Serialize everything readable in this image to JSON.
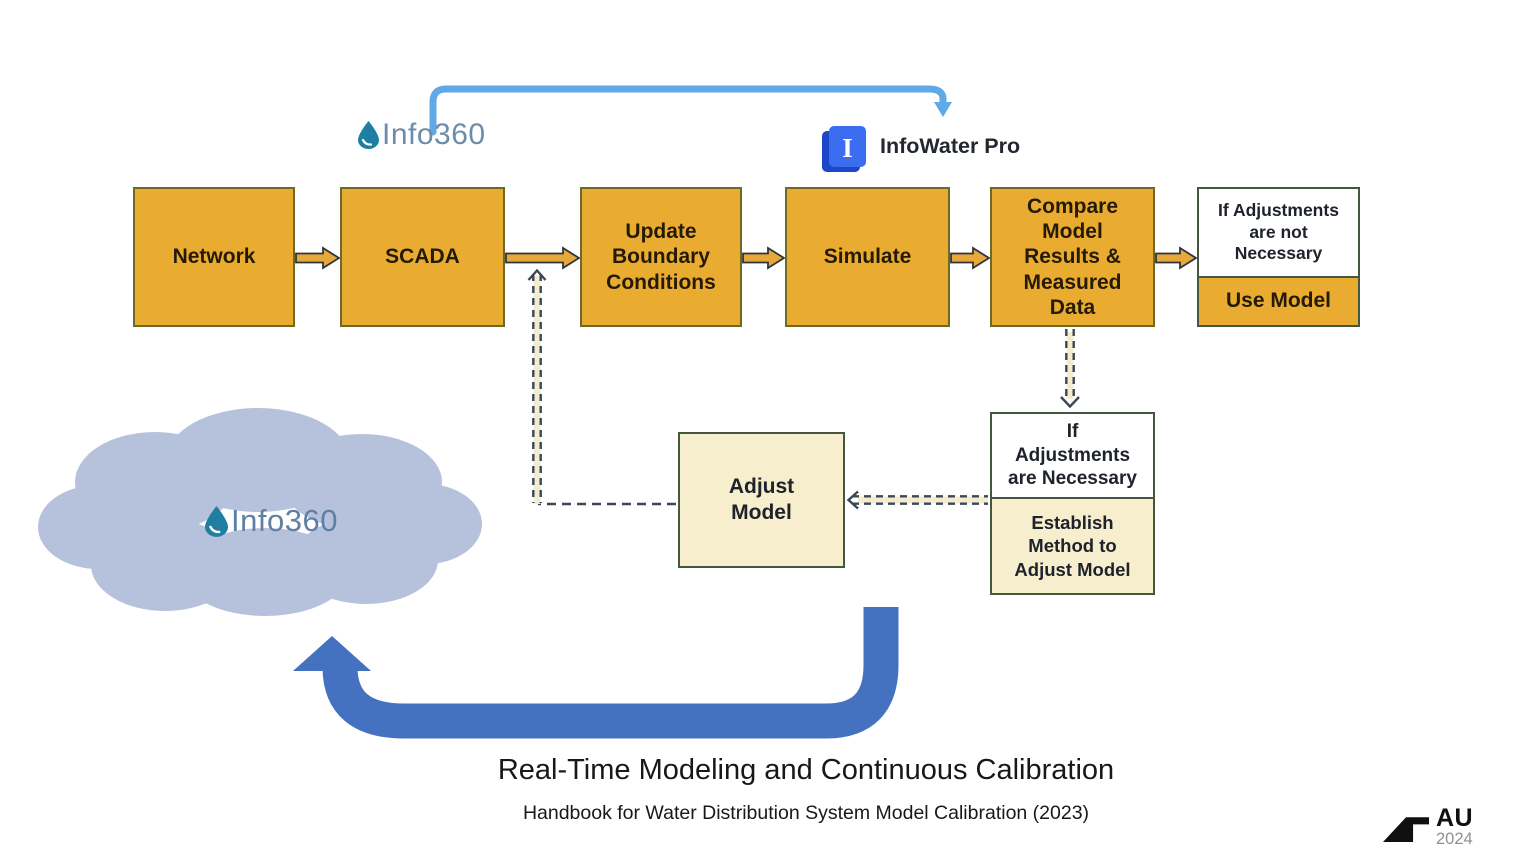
{
  "page": {
    "title": "Real-Time Modeling and Continuous Calibration",
    "subtitle": "Handbook for Water Distribution System Model Calibration (2023)"
  },
  "logos": {
    "info360_top": "Info360",
    "info360_cloud": "Info360",
    "infowater_label": "InfoWater Pro",
    "infowater_letter": "I",
    "au_label": "AU",
    "au_year": "2024"
  },
  "flow": {
    "boxes": [
      {
        "label": "Network"
      },
      {
        "label": "SCADA"
      },
      {
        "label": "Update\nBoundary\nConditions"
      },
      {
        "label": "Simulate"
      },
      {
        "label": "Compare\nModel\nResults &\nMeasured\nData"
      },
      {
        "top": "If Adjustments\nare not\nNecessary",
        "bottom": "Use Model"
      }
    ],
    "lower": {
      "adjust": "Adjust\nModel",
      "necessary_top": "If\nAdjustments\nare Necessary",
      "necessary_bottom": "Establish\nMethod to\nAdjust Model"
    }
  },
  "colors": {
    "box_orange": "#eaac30",
    "box_cream": "#f6eecd",
    "arc_blue": "#5fa9e6",
    "loop_blue": "#4472c0",
    "cloud_fill": "#b6c1dc",
    "dash_dark": "#3b4756"
  }
}
